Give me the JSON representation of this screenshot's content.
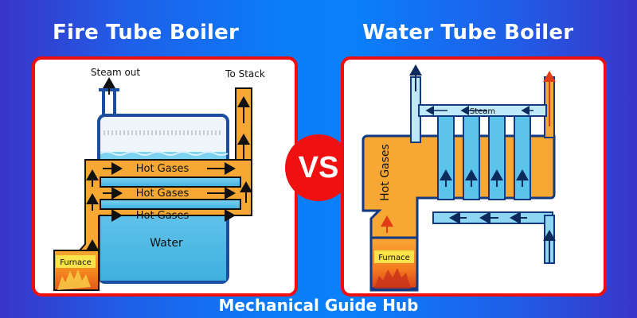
{
  "left": {
    "title": "Fire Tube Boiler",
    "labels": {
      "steam_out": "Steam out",
      "to_stack": "To Stack",
      "hot_gases": [
        "Hot Gases",
        "Hot Gases",
        "Hot Gases"
      ],
      "water": "Water",
      "furnace": "Furnace"
    }
  },
  "vs_label": "VS",
  "right": {
    "title": "Water Tube Boiler",
    "labels": {
      "steam": "Steam",
      "hot_gases": "Hot Gases",
      "furnace": "Furnace"
    }
  },
  "footer": "Mechanical Guide Hub",
  "colors": {
    "panel_border": "#f00d0d",
    "gas_orange": "#f7a733",
    "water_blue": "#5cc4ea",
    "pipe_navy": "#123a82",
    "vs_red": "#ef1111"
  }
}
